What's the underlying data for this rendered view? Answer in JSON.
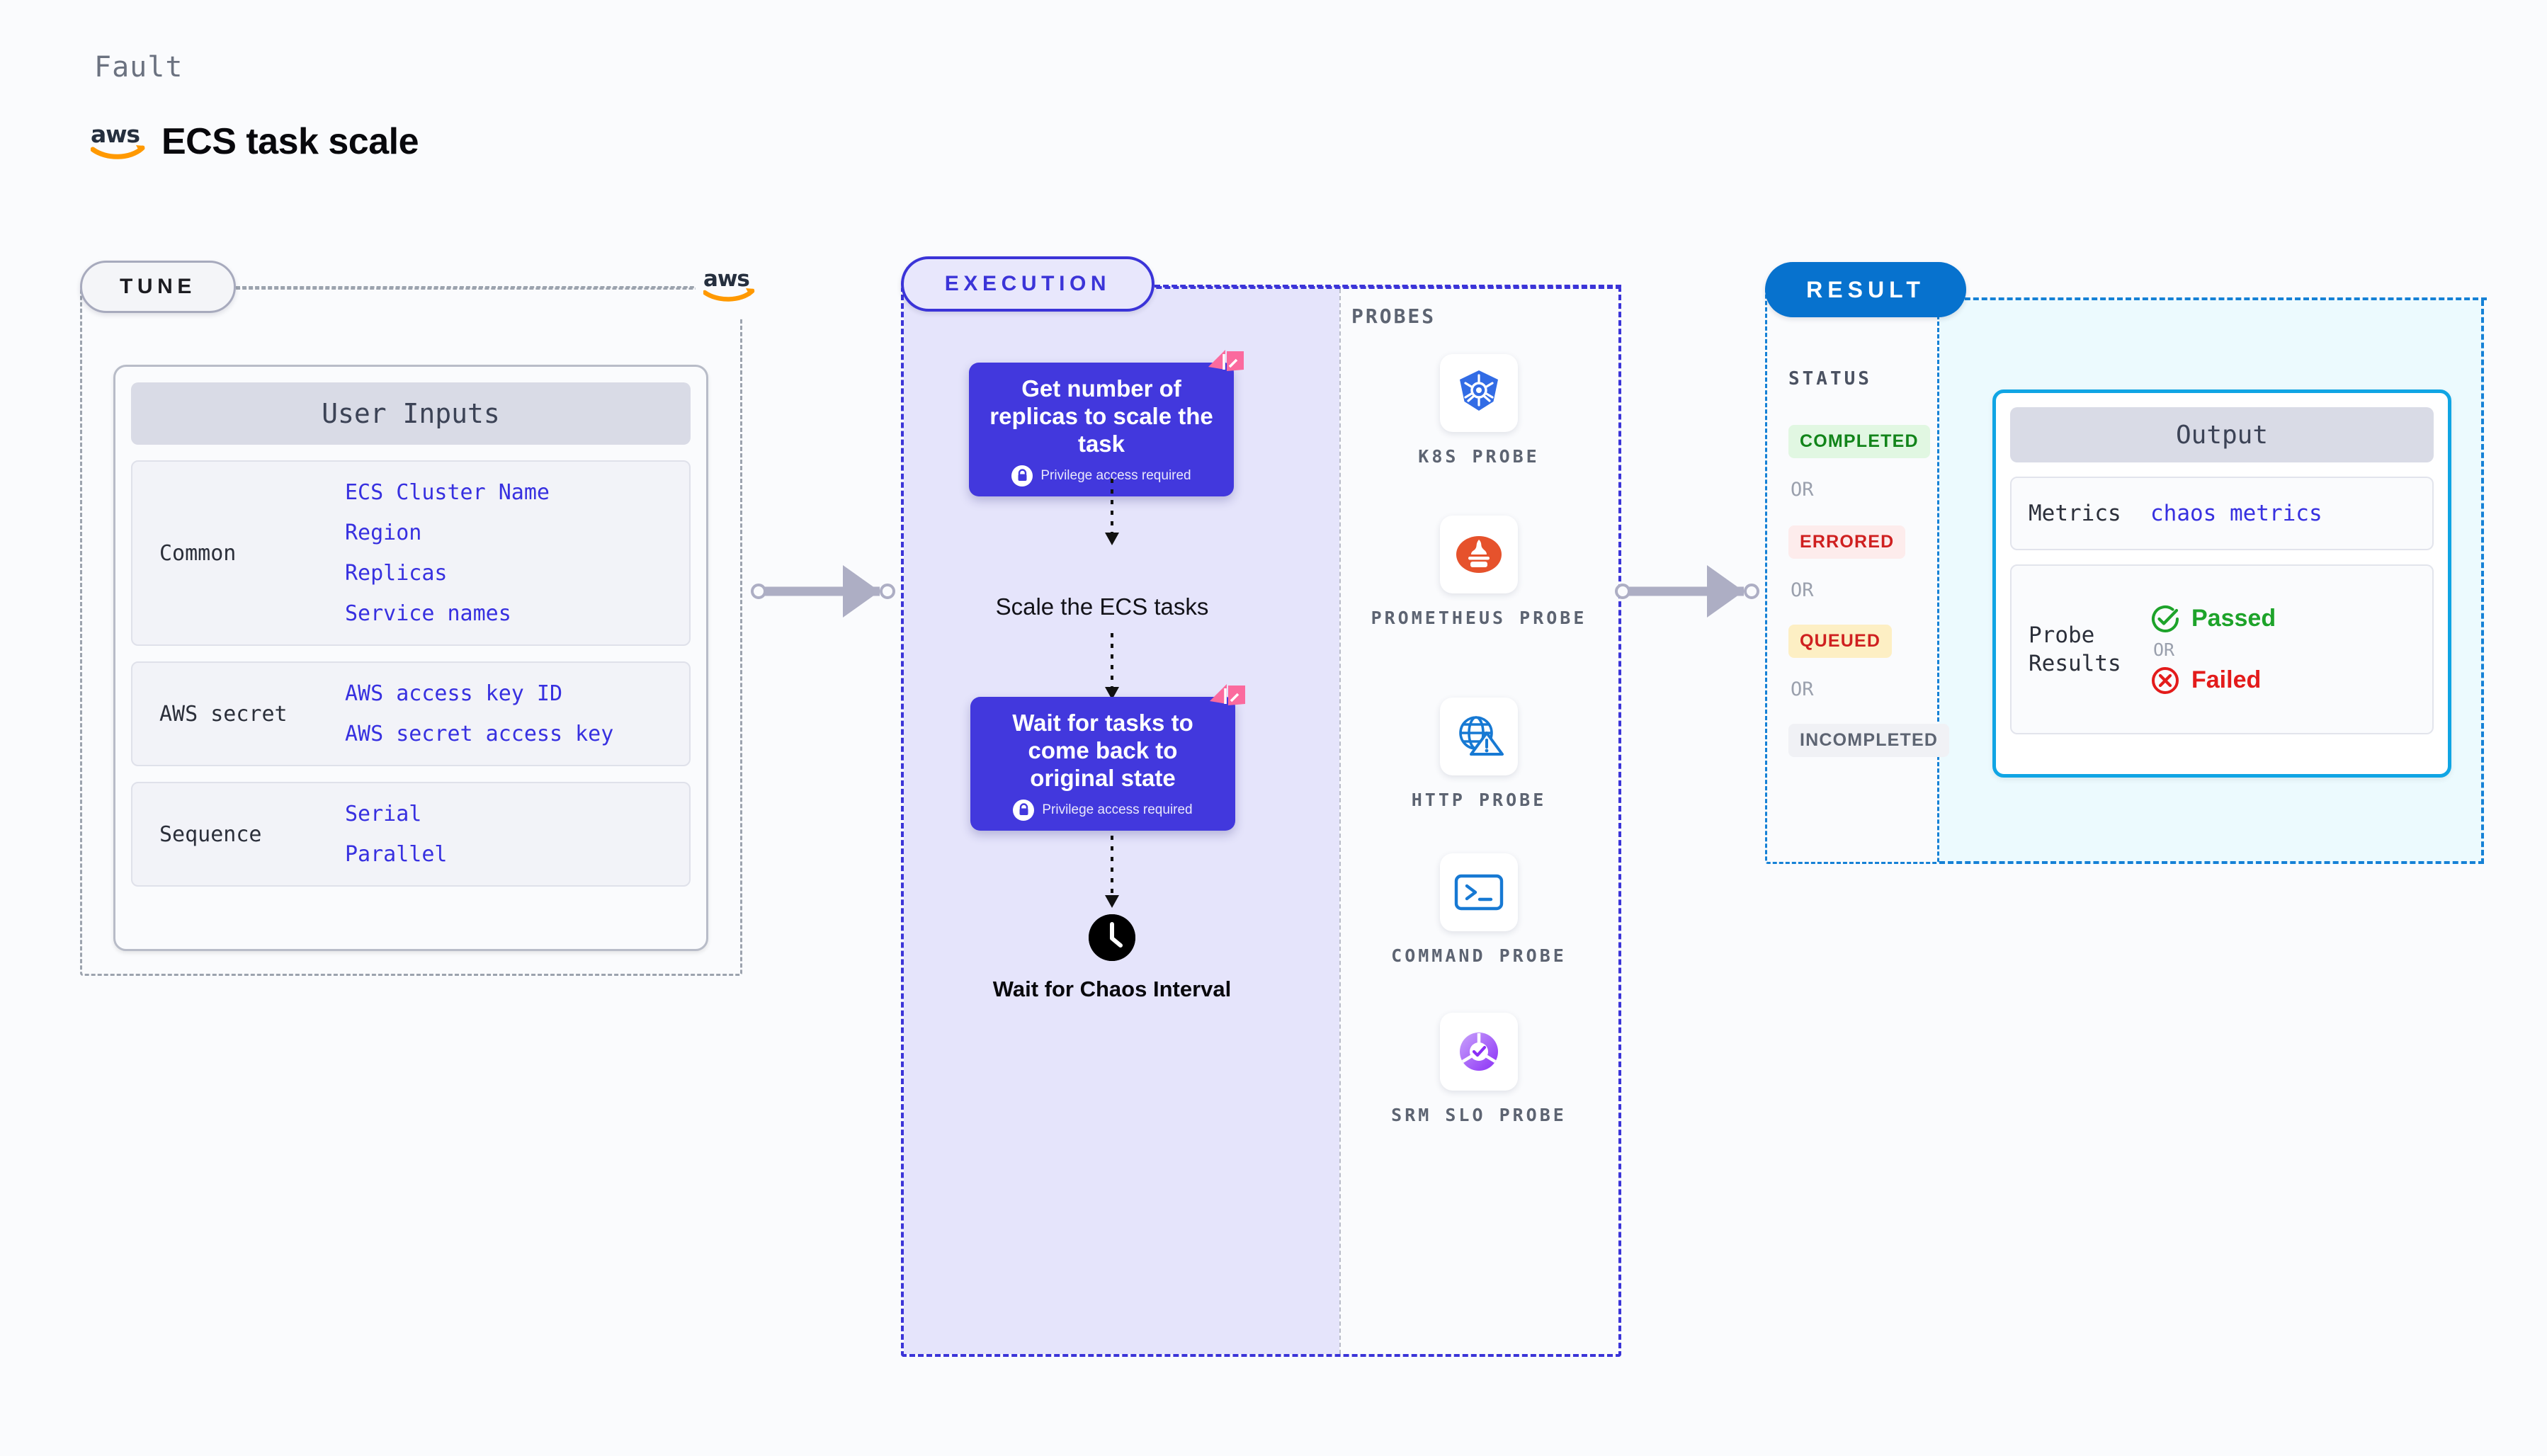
{
  "header": {
    "kicker": "Fault",
    "title": "ECS task scale",
    "logo_alt": "aws-logo"
  },
  "tune": {
    "pill_label": "TUNE",
    "badge_icon": "aws-logo",
    "card_title": "User Inputs",
    "groups": [
      {
        "label": "Common",
        "values": [
          "ECS Cluster Name",
          "Region",
          "Replicas",
          "Service names"
        ]
      },
      {
        "label": "AWS secret",
        "values": [
          "AWS access key ID",
          "AWS secret access key"
        ]
      },
      {
        "label": "Sequence",
        "values": [
          "Serial",
          "Parallel"
        ]
      }
    ]
  },
  "execution": {
    "pill_label": "EXECUTION",
    "steps": [
      {
        "title": "Get number of replicas to scale the task",
        "privilege": "Privilege access required"
      },
      {
        "title": "Wait for tasks to come back to original state",
        "privilege": "Privilege access required"
      }
    ],
    "middle_label": "Scale the ECS tasks",
    "wait_label": "Wait for Chaos Interval",
    "wait_icon": "clock-icon"
  },
  "probes": {
    "title": "PROBES",
    "items": [
      {
        "label": "K8S PROBE",
        "icon": "kubernetes-icon"
      },
      {
        "label": "PROMETHEUS PROBE",
        "icon": "prometheus-icon"
      },
      {
        "label": "HTTP PROBE",
        "icon": "http-globe-warning-icon"
      },
      {
        "label": "COMMAND PROBE",
        "icon": "terminal-icon"
      },
      {
        "label": "SRM SLO PROBE",
        "icon": "srm-slo-icon"
      }
    ]
  },
  "result": {
    "pill_label": "RESULT",
    "status_title": "STATUS",
    "or_label": "OR",
    "statuses": [
      {
        "label": "COMPLETED",
        "bg": "#e1f7e2",
        "fg": "#12841a"
      },
      {
        "label": "ERRORED",
        "bg": "#fdecec",
        "fg": "#cf2020"
      },
      {
        "label": "QUEUED",
        "bg": "#fdefc4",
        "fg": "#cf2020"
      },
      {
        "label": "INCOMPLETED",
        "bg": "#f0f1f5",
        "fg": "#5d6472"
      }
    ],
    "output": {
      "title": "Output",
      "metrics_label": "Metrics",
      "metrics_value": "chaos metrics",
      "probe_results_label": "Probe Results",
      "passed_label": "Passed",
      "failed_label": "Failed",
      "or_label": "OR",
      "passed_icon": "check-circle-icon",
      "failed_icon": "x-circle-icon"
    }
  },
  "colors": {
    "fault_purple": "#4238dd",
    "exec_border": "#3b34d8",
    "result_blue": "#0772ce",
    "output_border": "#10a5e4",
    "aws_orange": "#f90",
    "pass_green": "#1da32a",
    "fail_red": "#e31b1b",
    "pink_flag": "#fb6a9e"
  }
}
